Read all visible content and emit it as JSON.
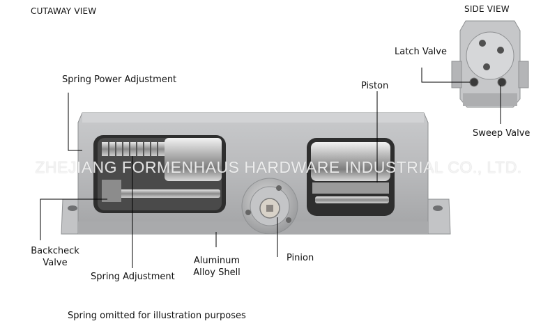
{
  "headings": {
    "cutaway": "CUTAWAY VIEW",
    "side": "SIDE VIEW"
  },
  "labels": {
    "spring_power_adjustment": "Spring Power Adjustment",
    "piston": "Piston",
    "latch_valve": "Latch Valve",
    "sweep_valve": "Sweep Valve",
    "backcheck_valve_line1": "Backcheck",
    "backcheck_valve_line2": "Valve",
    "spring_adjustment": "Spring Adjustment",
    "aluminum_line1": "Aluminum",
    "aluminum_line2": "Alloy Shell",
    "pinion": "Pinion"
  },
  "caption": "Spring omitted for illustration purposes",
  "watermark": "ZHEJIANG FORMENHAUS HARDWARE INDUSTRIAL CO., LTD.",
  "colors": {
    "shell": "#b9babc",
    "shell_dark": "#8e9092",
    "cavity": "#2b2b2b",
    "leader": "#000000"
  }
}
